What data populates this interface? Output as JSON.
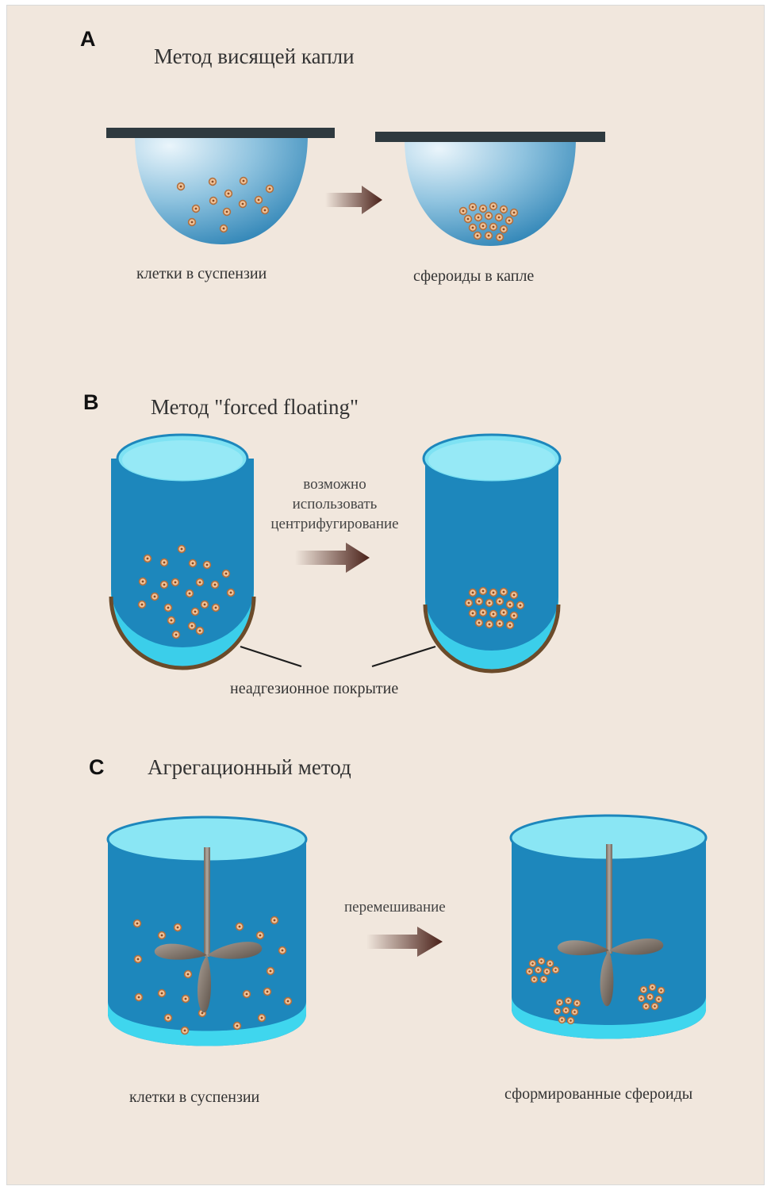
{
  "panels": {
    "a": {
      "letter": "A",
      "title": "Метод висящей капли",
      "left_caption": "клетки в суспензии",
      "right_caption": "сфероиды в капле"
    },
    "b": {
      "letter": "B",
      "title": "Метод \"forced floating\"",
      "arrow_note": [
        "возможно",
        "использовать",
        "центрифугирование"
      ],
      "bottom_caption": "неадгезионное покрытие"
    },
    "c": {
      "letter": "C",
      "title": "Агрегационный метод",
      "arrow_note": "перемешивание",
      "left_caption": "клетки в суспензии",
      "right_caption": "сформированные сфероиды"
    }
  },
  "colors": {
    "background": "#f1e7dd",
    "container_blue": "#1d87bc",
    "water_cyan": "#3fd6ee",
    "cell_orange": "#c98a57",
    "coating_brown": "#6b4b2a",
    "arrow_dark": "#5a2c22",
    "stirrer_gray": "#8c8178"
  }
}
